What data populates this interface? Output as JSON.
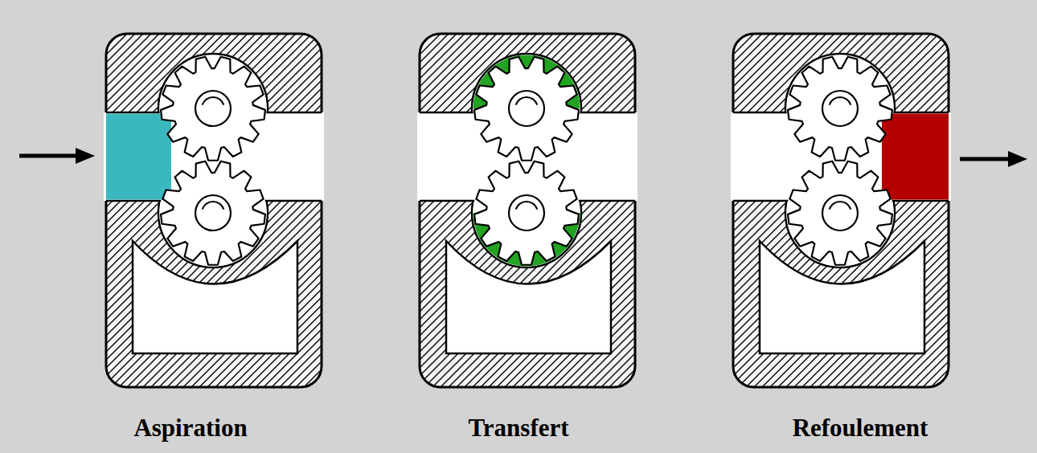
{
  "diagram": {
    "labels": [
      "Aspiration",
      "Transfert",
      "Refoulement"
    ]
  }
}
